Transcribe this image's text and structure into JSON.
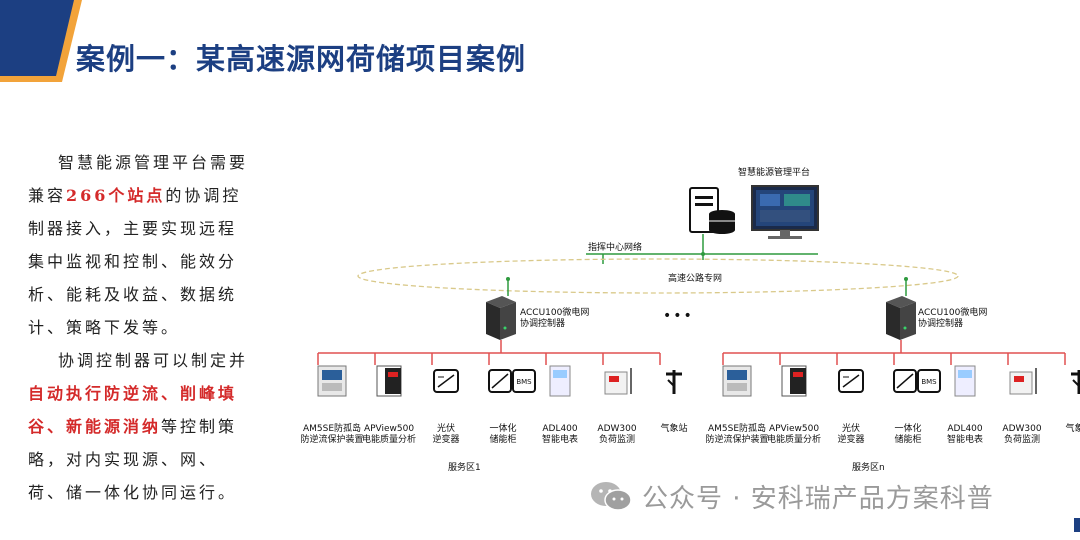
{
  "title": "案例一：某高速源网荷储项目案例",
  "left": {
    "p1_a": "智慧能源管理平台需要兼容",
    "p1_hl": "266个站点",
    "p1_b": "的协调控制器接入，主要实现远程集中监视和控制、能效分析、能耗及收益、数据统计、策略下发等。",
    "p2_a": "协调控制器可以制定并",
    "p2_hl": "自动执行防逆流、削峰填谷、新能源消纳",
    "p2_b": "等控制策略，对内实现源、网、荷、储一体化协同运行。"
  },
  "diagram": {
    "platform_label": "智慧能源管理平台",
    "command_network": "指挥中心网络",
    "highway_network": "高速公路专网",
    "ellipsis": "•••",
    "controller_line1": "ACCU100微电网",
    "controller_line2": "协调控制器",
    "zone1": "服务区1",
    "zone_n": "服务区n",
    "bms": "BMS",
    "devices": [
      {
        "line1": "AM5SE防孤岛",
        "line2": "防逆流保护装置"
      },
      {
        "line1": "APView500",
        "line2": "电能质量分析"
      },
      {
        "line1": "光伏",
        "line2": "逆变器"
      },
      {
        "line1": "一体化",
        "line2": "储能柜"
      },
      {
        "line1": "ADL400",
        "line2": "智能电表"
      },
      {
        "line1": "ADW300",
        "line2": "负荷监测"
      },
      {
        "line1": "气象站",
        "line2": ""
      }
    ]
  },
  "watermark": "公众号 · 安科瑞产品方案科普",
  "colors": {
    "title": "#1c3f82",
    "highlight": "#d42a2a",
    "bus": "#e05050",
    "net": "#2e9a3e",
    "ellipse": "#d9c98a"
  }
}
